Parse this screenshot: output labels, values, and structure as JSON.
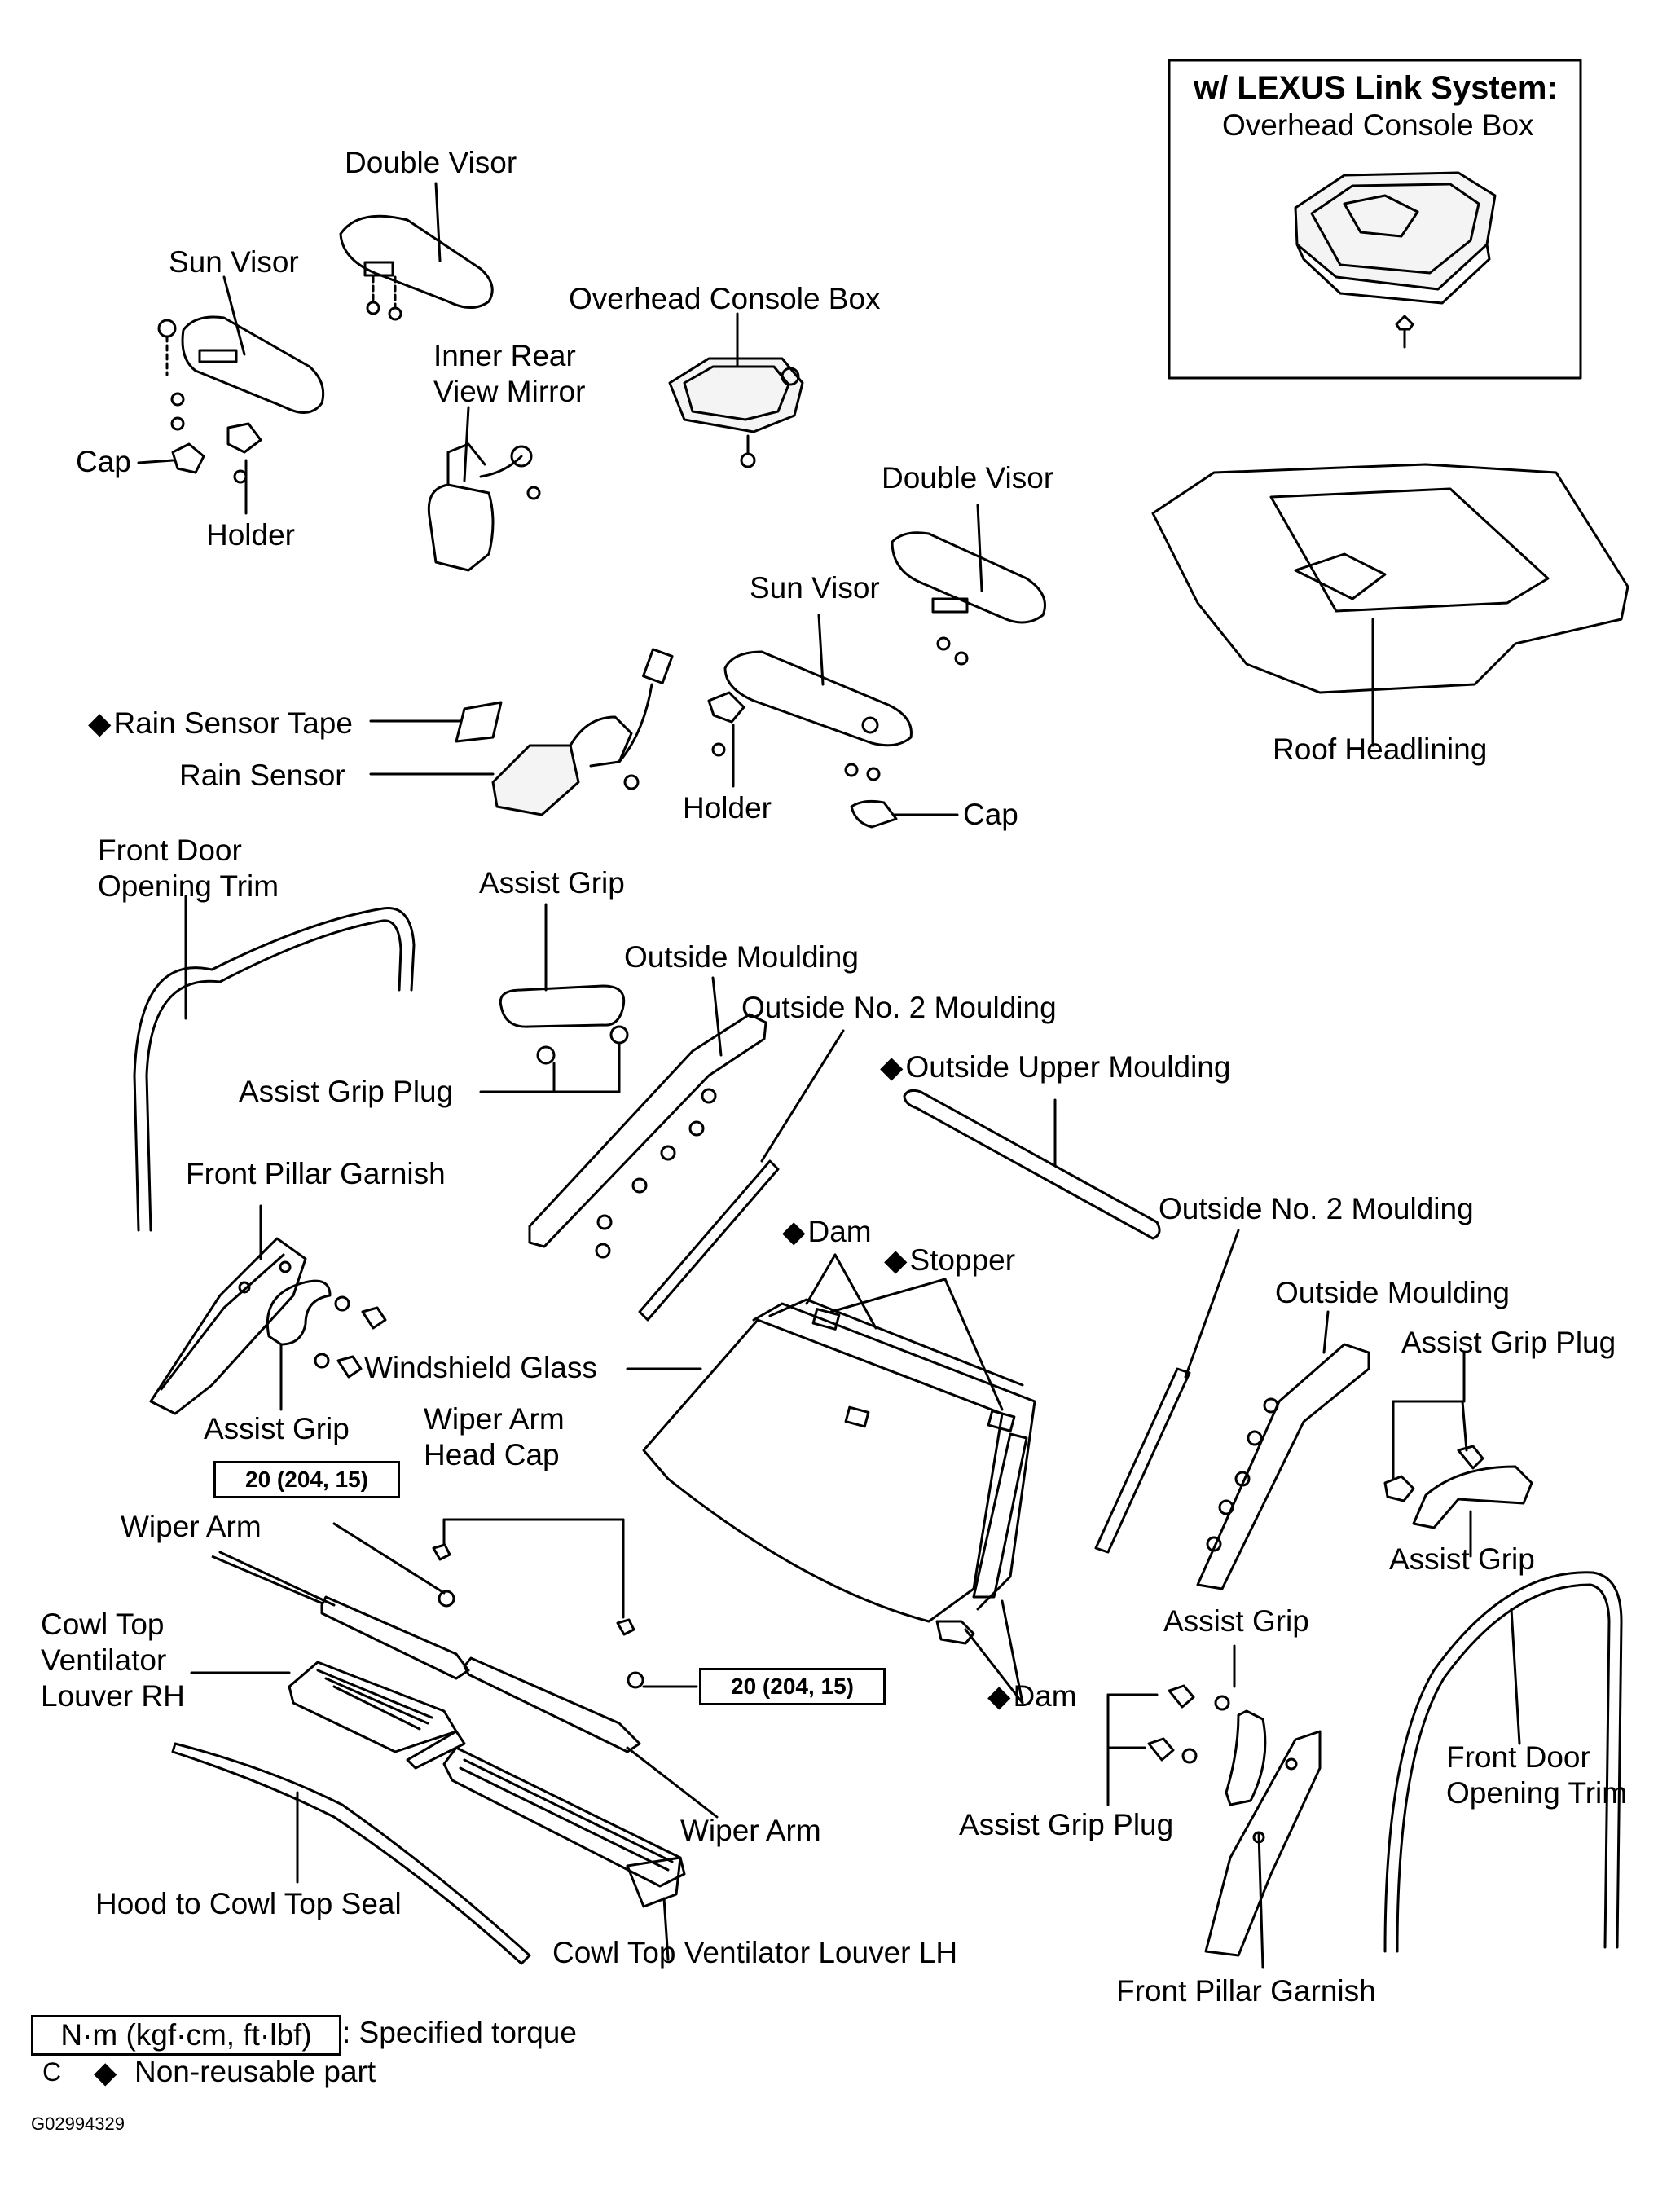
{
  "inset": {
    "title": "w/ LEXUS Link System:",
    "part": "Overhead Console Box"
  },
  "labels": {
    "double_visor_left": "Double Visor",
    "sun_visor_left": "Sun Visor",
    "cap_left": "Cap",
    "holder_left": "Holder",
    "inner_rear_view_mirror": [
      "Inner Rear",
      "View Mirror"
    ],
    "overhead_console_box": "Overhead Console Box",
    "double_visor_right": "Double Visor",
    "sun_visor_right": "Sun Visor",
    "holder_right": "Holder",
    "cap_right": "Cap",
    "roof_headlining": "Roof Headlining",
    "rain_sensor_tape": "Rain Sensor Tape",
    "rain_sensor": "Rain Sensor",
    "front_door_opening_trim_left": [
      "Front Door",
      "Opening Trim"
    ],
    "assist_grip_top": "Assist Grip",
    "outside_moulding_left": "Outside Moulding",
    "outside_no2_moulding_left": "Outside No. 2 Moulding",
    "outside_upper_moulding": "Outside Upper Moulding",
    "assist_grip_plug_top": "Assist Grip Plug",
    "front_pillar_garnish_left": "Front Pillar Garnish",
    "dam_top": "Dam",
    "stopper": "Stopper",
    "outside_no2_moulding_right": "Outside No. 2 Moulding",
    "outside_moulding_right": "Outside Moulding",
    "assist_grip_plug_right": "Assist Grip Plug",
    "windshield_glass": "Windshield Glass",
    "assist_grip_left": "Assist Grip",
    "wiper_arm_head_cap": [
      "Wiper Arm",
      "Head Cap"
    ],
    "wiper_arm_left": "Wiper Arm",
    "assist_grip_right": "Assist Grip",
    "cowl_top_ventilator_louver_rh": [
      "Cowl Top",
      "Ventilator",
      "Louver RH"
    ],
    "dam_bottom": "Dam",
    "assist_grip_right_lower": "Assist Grip",
    "wiper_arm_right": "Wiper Arm",
    "assist_grip_plug_bottom": "Assist Grip Plug",
    "front_door_opening_trim_right": [
      "Front Door",
      "Opening Trim"
    ],
    "hood_to_cowl_top_seal": "Hood to Cowl Top Seal",
    "cowl_top_ventilator_louver_lh": "Cowl Top Ventilator Louver LH",
    "front_pillar_garnish_right": "Front Pillar Garnish"
  },
  "torque": {
    "left": "20 (204, 15)",
    "right": "20 (204, 15)"
  },
  "symbols": {
    "non_reusable": "◆"
  },
  "legend": {
    "torque_unit": "N·m (kgf·cm, ft·lbf)",
    "torque_desc": ": Specified torque",
    "c_mark": "C",
    "non_reusable_desc": "Non-reusable part"
  },
  "figure_code": "G02994329"
}
